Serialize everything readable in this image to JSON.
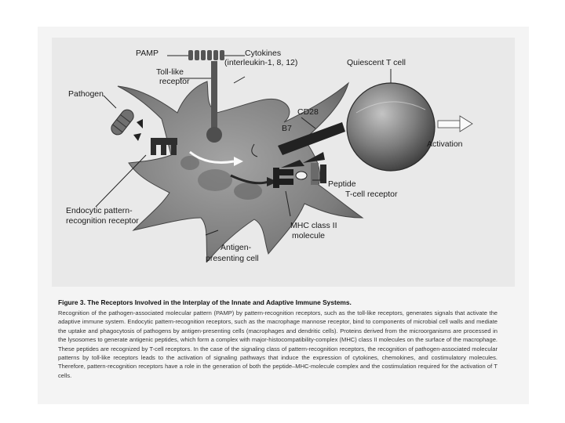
{
  "figure": {
    "labels": {
      "pamp": "PAMP",
      "cytokines_line1": "Cytokines",
      "cytokines_line2": "(interleukin-1, 8, 12)",
      "quiescent_tcell": "Quiescent T cell",
      "toll_line1": "Toll-like",
      "toll_line2": "receptor",
      "pathogen": "Pathogen",
      "cd28": "CD28",
      "b7": "B7",
      "activation": "Activation",
      "peptide": "Peptide",
      "tcell_receptor": "T-cell receptor",
      "endocytic_line1": "Endocytic pattern-",
      "endocytic_line2": "recognition receptor",
      "mhc_line1": "MHC class II",
      "mhc_line2": "molecule",
      "apc_line1": "Antigen-",
      "apc_line2": "presenting cell"
    },
    "caption_title": "Figure 3. The Receptors Involved in the Interplay of the Innate and Adaptive Immune Systems.",
    "caption_body": "Recognition of the pathogen-associated molecular pattern (PAMP) by pattern-recognition receptors, such as the toll-like receptors, generates signals that activate the adaptive immune system. Endocytic pattern-recognition receptors, such as the macrophage mannose receptor, bind to components of microbial cell walls and mediate the uptake and phagocytosis of pathogens by antigen-presenting cells (macrophages and dendritic cells). Proteins derived from the microorganisms are processed in the lysosomes to generate antigenic peptides, which form a complex with major-histocompatibility-complex (MHC) class II molecules on the surface of the macrophage. These peptides are recognized by T-cell receptors. In the case of the signaling class of pattern-recognition receptors, the recognition of pathogen-associated molecular patterns by toll-like receptors leads to the activation of signaling pathways that induce the expression of cytokines, chemokines, and costimulatory molecules. Therefore, pattern-recognition receptors have a role in the generation of both the peptide–MHC-molecule complex and the costimulation required for the activation of T cells."
  },
  "colors": {
    "background": "#e9e9e9",
    "cell_dark": "#6a6a6a",
    "cell_mid": "#8c8c8c",
    "tcell": "#7a7a7a",
    "arrow": "#2a2a2a"
  }
}
